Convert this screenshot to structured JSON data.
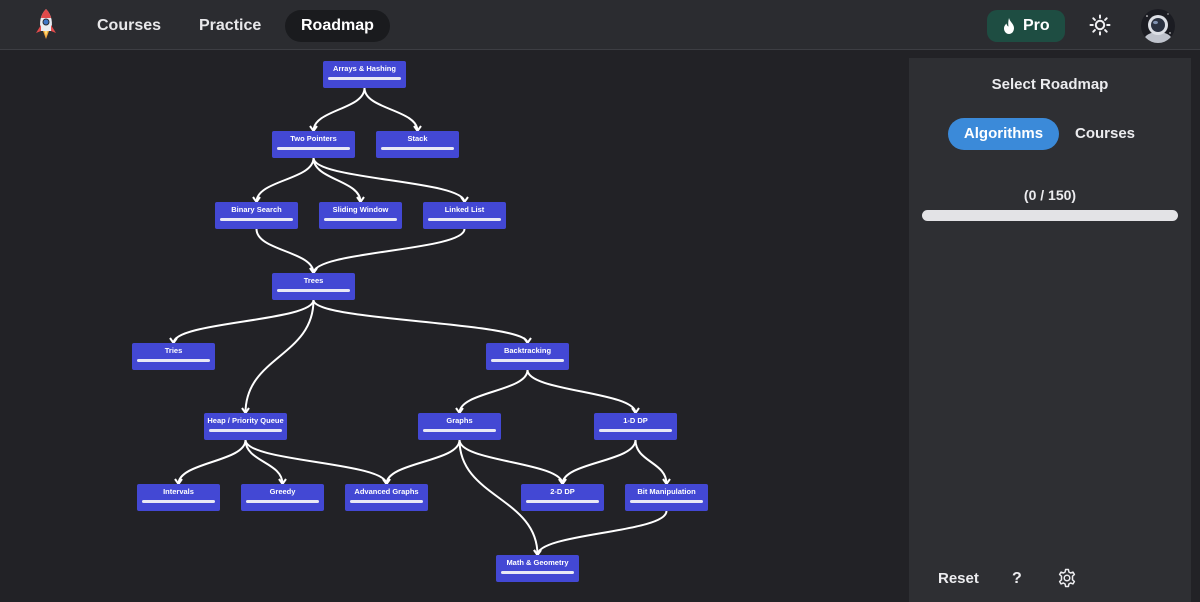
{
  "nav": {
    "logo_icon": "rocket-icon",
    "links": [
      "Courses",
      "Practice",
      "Roadmap"
    ],
    "active": "Roadmap",
    "pro_label": "Pro",
    "pro_icon": "flame-icon",
    "theme_icon": "sun-icon",
    "avatar_icon": "astronaut-avatar"
  },
  "roadmap": {
    "node_color": "#4348d4",
    "edge_color": "#ffffff",
    "nodes": [
      {
        "id": "arrays",
        "label": "Arrays & Hashing"
      },
      {
        "id": "twopointers",
        "label": "Two Pointers"
      },
      {
        "id": "stack",
        "label": "Stack"
      },
      {
        "id": "binarysearch",
        "label": "Binary Search"
      },
      {
        "id": "slidingwindow",
        "label": "Sliding Window"
      },
      {
        "id": "linkedlist",
        "label": "Linked List"
      },
      {
        "id": "trees",
        "label": "Trees"
      },
      {
        "id": "tries",
        "label": "Tries"
      },
      {
        "id": "backtracking",
        "label": "Backtracking"
      },
      {
        "id": "heap",
        "label": "Heap / Priority Queue"
      },
      {
        "id": "graphs",
        "label": "Graphs"
      },
      {
        "id": "dp1",
        "label": "1-D DP"
      },
      {
        "id": "intervals",
        "label": "Intervals"
      },
      {
        "id": "greedy",
        "label": "Greedy"
      },
      {
        "id": "advgraphs",
        "label": "Advanced Graphs"
      },
      {
        "id": "dp2",
        "label": "2-D DP"
      },
      {
        "id": "bitmanip",
        "label": "Bit Manipulation"
      },
      {
        "id": "math",
        "label": "Math & Geometry"
      }
    ],
    "edges": [
      [
        "arrays",
        "twopointers"
      ],
      [
        "arrays",
        "stack"
      ],
      [
        "twopointers",
        "binarysearch"
      ],
      [
        "twopointers",
        "slidingwindow"
      ],
      [
        "twopointers",
        "linkedlist"
      ],
      [
        "binarysearch",
        "trees"
      ],
      [
        "linkedlist",
        "trees"
      ],
      [
        "trees",
        "tries"
      ],
      [
        "trees",
        "heap"
      ],
      [
        "trees",
        "backtracking"
      ],
      [
        "backtracking",
        "graphs"
      ],
      [
        "backtracking",
        "dp1"
      ],
      [
        "heap",
        "intervals"
      ],
      [
        "heap",
        "greedy"
      ],
      [
        "heap",
        "advgraphs"
      ],
      [
        "graphs",
        "advgraphs"
      ],
      [
        "graphs",
        "dp2"
      ],
      [
        "graphs",
        "math"
      ],
      [
        "dp1",
        "dp2"
      ],
      [
        "dp1",
        "bitmanip"
      ],
      [
        "bitmanip",
        "math"
      ]
    ]
  },
  "sidebar": {
    "title": "Select Roadmap",
    "tabs": [
      "Algorithms",
      "Courses"
    ],
    "active_tab": "Algorithms",
    "progress_label": "(0 / 150)",
    "progress": {
      "done": 0,
      "total": 150
    },
    "accent_color": "#3b8ad9",
    "reset_label": "Reset",
    "help_label": "?",
    "settings_icon": "gear-icon"
  }
}
